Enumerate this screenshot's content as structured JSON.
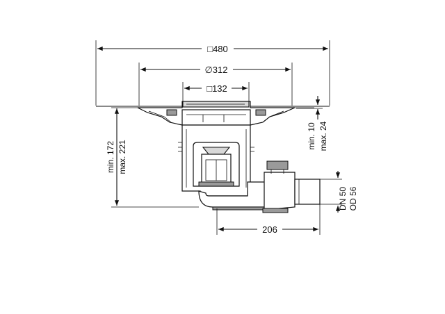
{
  "drawing": {
    "dimensions": {
      "outer_width": "□480",
      "flange_diameter": "∅312",
      "grate_size": "□132",
      "outlet_length": "206",
      "height_range_min": "min. 172",
      "height_range_max": "max. 221",
      "flange_depth_min": "min. 10",
      "flange_depth_max": "max. 24",
      "pipe_dn": "DN 50",
      "pipe_od": "OD 56"
    }
  }
}
